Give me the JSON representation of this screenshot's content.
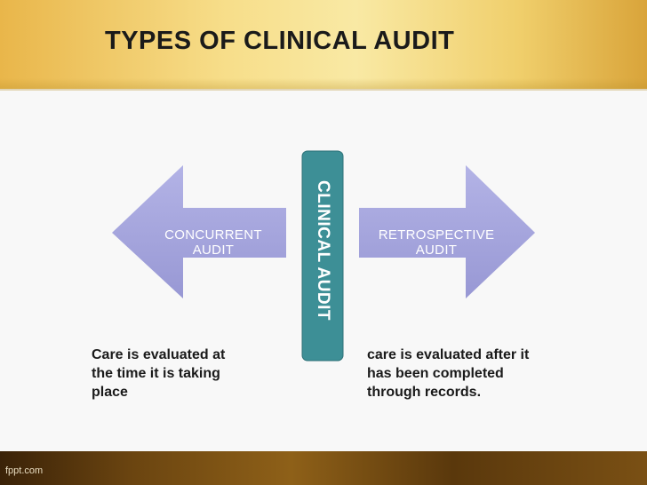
{
  "slide": {
    "title": "TYPES OF CLINICAL AUDIT",
    "footer": "fppt.com"
  },
  "diagram": {
    "center": {
      "label": "CLINICAL AUDIT"
    },
    "left_arrow": {
      "line1": "CONCURRENT",
      "line2": "AUDIT"
    },
    "right_arrow": {
      "line1": "RETROSPECTIVE",
      "line2": "AUDIT"
    },
    "left_description": [
      "Care is evaluated at",
      "the time it is taking",
      "place"
    ],
    "right_description": [
      "care is evaluated after it",
      "has been completed",
      "through records."
    ]
  },
  "colors": {
    "arrow_fill": "#a3a3dd",
    "center_fill": "#3d8f96",
    "title_band": "#f3d57a",
    "bottom_band": "#6a4410"
  }
}
